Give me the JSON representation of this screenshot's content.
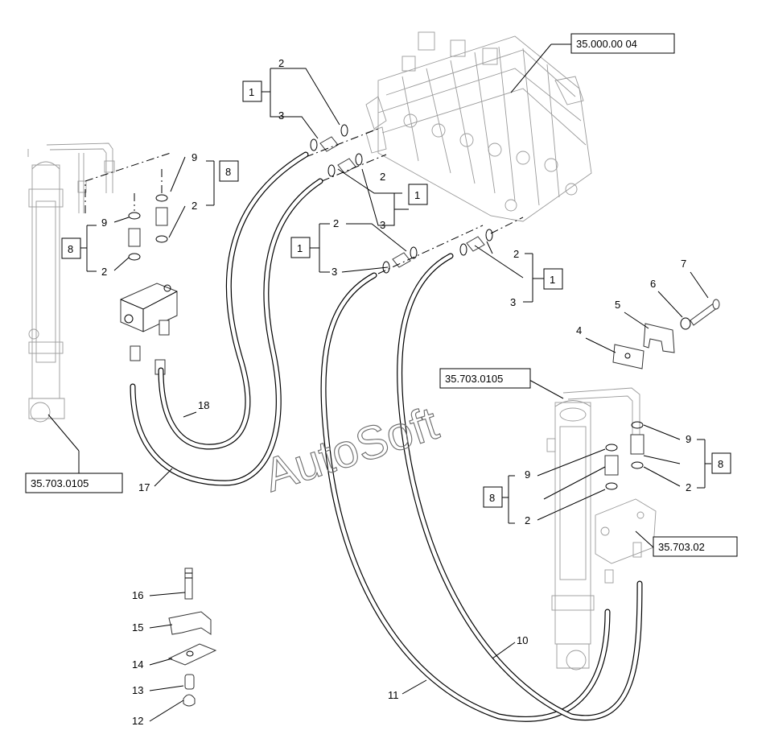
{
  "refs": {
    "valve": "35.000.00 04",
    "cyl_left": "35.703.0105",
    "cyl_right": "35.703.0105",
    "block_right": "35.703.02"
  },
  "watermark": "AutoSoft",
  "groups": {
    "g1a": "1",
    "g1b": "1",
    "g1c": "1",
    "g1d": "1",
    "g8a": "8",
    "g8b": "8",
    "g8c": "8",
    "g8d": "8"
  },
  "labels": {
    "l2a": "2",
    "l3a": "3",
    "l2b": "2",
    "l3b": "3",
    "l2c": "2",
    "l3c": "3",
    "l2d": "2",
    "l3d": "3",
    "l9a": "9",
    "l2e": "2",
    "l9b": "9",
    "l2f": "2",
    "l9c": "9",
    "l2g": "2",
    "l9d": "9",
    "l2h": "2",
    "l4": "4",
    "l5": "5",
    "l6": "6",
    "l7": "7",
    "l10": "10",
    "l11": "11",
    "l12": "12",
    "l13": "13",
    "l14": "14",
    "l15": "15",
    "l16": "16",
    "l17": "17",
    "l18": "18"
  }
}
